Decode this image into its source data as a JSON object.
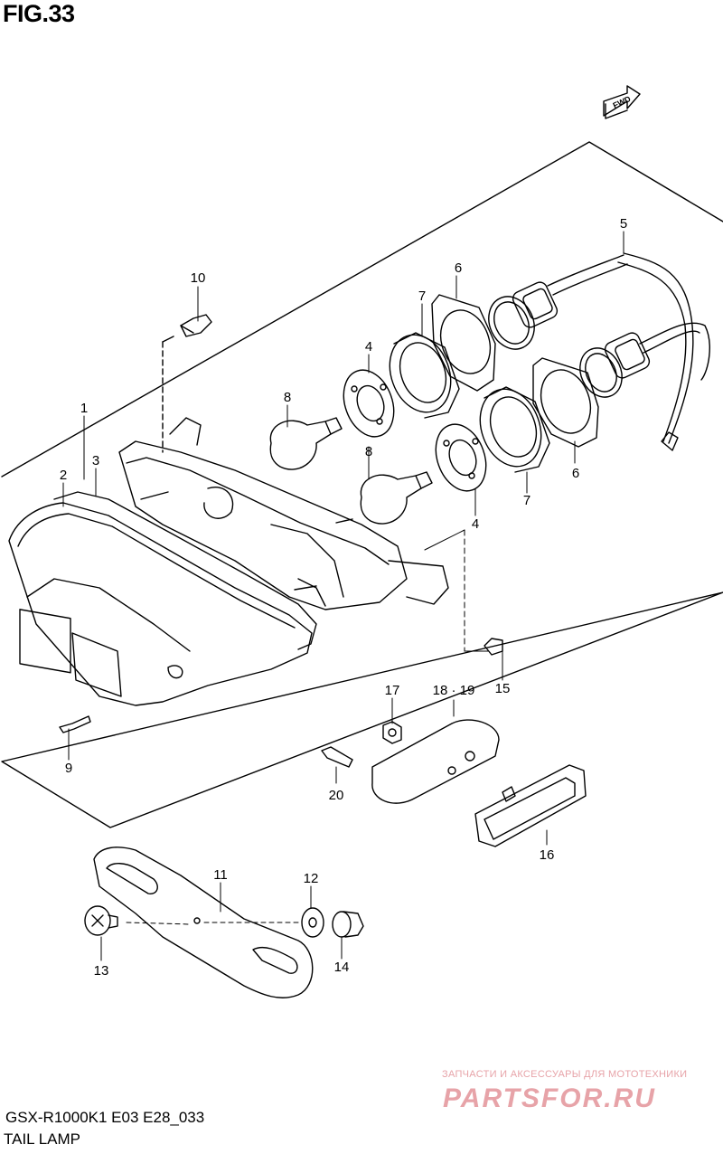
{
  "figure": {
    "title": "FIG.33"
  },
  "direction_badge": "FWD",
  "callouts": [
    "1",
    "2",
    "3",
    "4",
    "4",
    "5",
    "6",
    "6",
    "7",
    "7",
    "8",
    "8",
    "9",
    "10",
    "11",
    "12",
    "13",
    "14",
    "15",
    "16",
    "17",
    "18 · 19",
    "20"
  ],
  "footer": {
    "model_code": "GSX-R1000K1 E03 E28_033",
    "section_name": "TAIL LAMP"
  },
  "watermark": {
    "tagline": "ЗАПЧАСТИ И АКСЕССУАРЫ ДЛЯ МОТОТЕХНИКИ",
    "brand": "PARTSFOR.RU",
    "color": "#e7a3a8"
  }
}
